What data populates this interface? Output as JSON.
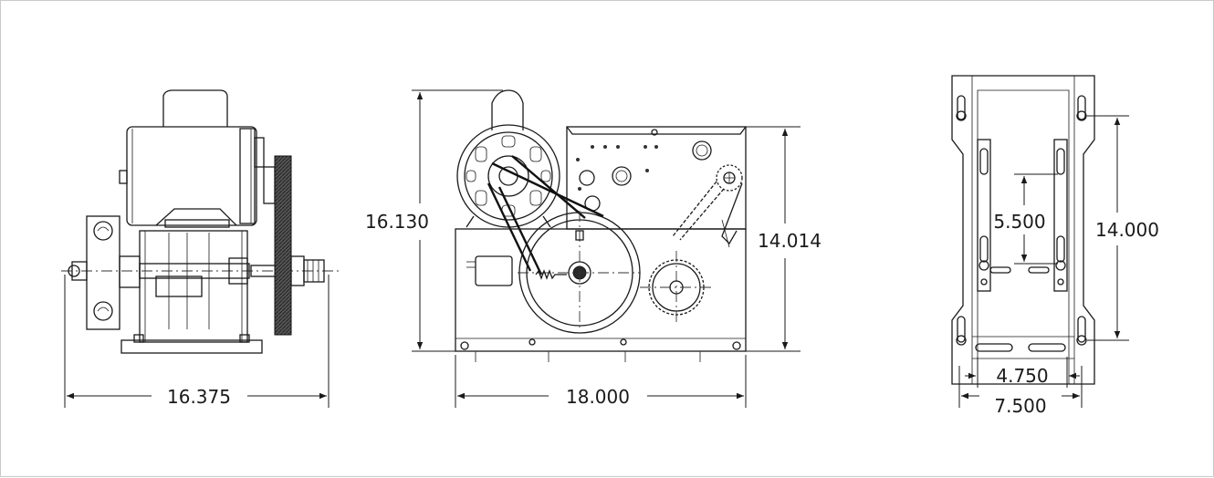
{
  "views": {
    "side": {
      "width_label": "16.375"
    },
    "front": {
      "height_label": "16.130",
      "box_height_label": "14.014",
      "width_label": "18.000"
    },
    "base": {
      "hole_height_label": "14.000",
      "slot_height_label": "5.500",
      "inner_width_label": "4.750",
      "outer_width_label": "7.500"
    }
  }
}
